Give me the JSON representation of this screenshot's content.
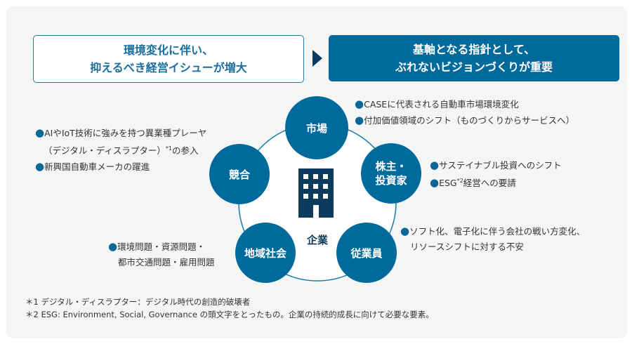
{
  "header": {
    "left_line1": "環境変化に伴い、",
    "left_line2": "抑えるべき経営イシューが増大",
    "right_line1": "基軸となる指針として、",
    "right_line2": "ぶれないビジョンづくりが重要"
  },
  "diagram": {
    "center": "企業",
    "nodes": {
      "market": "市場",
      "competition": "競合",
      "shareholders_1": "株主・",
      "shareholders_2": "投資家",
      "community": "地域社会",
      "employees": "従業員"
    }
  },
  "notes": {
    "competition": {
      "bullet1_line1": "AIやIoT技術に強みを持つ異業種プレーヤ",
      "bullet1_line2a": "（デジタル・ディスラプター）",
      "bullet1_sup": "*1",
      "bullet1_line2b": "の参入",
      "bullet2": "新興国自動車メーカの躍進"
    },
    "market": {
      "bullet1": "CASEに代表される自動車市場環境変化",
      "bullet2": "付加価値領域のシフト（ものづくりからサービスへ）"
    },
    "shareholders": {
      "bullet1": "サステイナブル投資へのシフト",
      "bullet2a": "ESG",
      "bullet2_sup": "*2",
      "bullet2b": "経営への要請"
    },
    "employees": {
      "line1": "ソフト化、電子化に伴う会社の戦い方変化、",
      "line2": "リソースシフトに対する不安"
    },
    "community": {
      "line1": "環境問題・資源問題・",
      "line2": "都市交通問題・雇用問題"
    }
  },
  "footnotes": [
    "＊1 デジタル・ディスラプター：デジタル時代の創造的破壊者",
    "＊2 ESG: Environment, Social, Governance の頭文字をとったもの。企業の持続的成長に向けて必要な要素。"
  ],
  "colors": {
    "primary": "#006a9c",
    "dark": "#0d3b5e"
  }
}
